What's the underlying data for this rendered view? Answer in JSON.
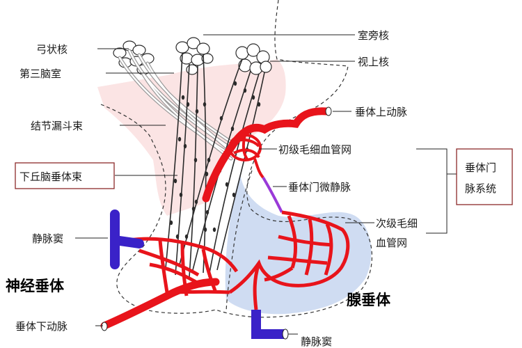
{
  "labels": {
    "arcuate_nucleus": "弓状核",
    "third_ventricle": "第三脑室",
    "tuberoinfundibular_tract": "结节漏斗束",
    "hypothalamo_hypophyseal_tract": "下丘脑垂体束",
    "venous_sinus_left": "静脉窦",
    "neurohypophysis": "神经垂体",
    "inferior_hypophyseal_artery": "垂体下动脉",
    "paraventricular_nucleus": "室旁核",
    "supraoptic_nucleus": "视上核",
    "superior_hypophyseal_artery": "垂体上动脉",
    "primary_capillary_plexus": "初级毛细血管网",
    "portal_venules": "垂体门微静脉",
    "secondary_capillary_plexus_line1": "次级毛细",
    "secondary_capillary_plexus_line2": "血管网",
    "portal_system_line1": "垂体门",
    "portal_system_line2": "脉系统",
    "adenohypophysis": "腺垂体",
    "venous_sinus_bottom": "静脉窦"
  },
  "colors": {
    "artery": "#e8141b",
    "vein": "#3a22c8",
    "portal_vein": "#9a3ad8",
    "brain_tissue": "#fbe4e4",
    "anterior_lobe": "#cfdcf2",
    "axon": "#2a2a2a",
    "label_box": "#8b2a2a"
  }
}
